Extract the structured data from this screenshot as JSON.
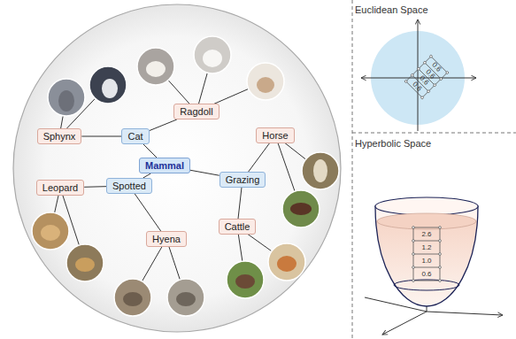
{
  "diagram": {
    "nodes": [
      {
        "text": [
          "Mammal"
        ]
      },
      {
        "text": [
          "Cat"
        ]
      },
      {
        "text": [
          "Spotted"
        ]
      },
      {
        "text": [
          "Grazing"
        ]
      },
      {
        "text": [
          "Sphynx"
        ]
      },
      {
        "text": [
          "Ragdoll"
        ]
      },
      {
        "text": [
          "Leopard"
        ]
      },
      {
        "text": [
          "Hyena"
        ]
      },
      {
        "text": [
          "Horse"
        ]
      },
      {
        "text": [
          "Cattle"
        ]
      }
    ],
    "edges": [
      {
        "from": 0,
        "to": 1,
        "arrow": "none"
      },
      {
        "from": 0,
        "to": 2,
        "arrow": "none"
      },
      {
        "from": 0,
        "to": 3,
        "arrow": "none"
      },
      {
        "from": 1,
        "to": 4,
        "arrow": "none"
      },
      {
        "from": 1,
        "to": 5,
        "arrow": "none"
      },
      {
        "from": 2,
        "to": 6,
        "arrow": "none"
      },
      {
        "from": 2,
        "to": 7,
        "arrow": "none"
      },
      {
        "from": 3,
        "to": 8,
        "arrow": "none"
      },
      {
        "from": 3,
        "to": 9,
        "arrow": "none"
      }
    ],
    "labels": [
      "Euclidean Space",
      "Hyperbolic Space",
      "0.6",
      "0.6",
      "0.6",
      "0.6",
      "2.6",
      "1.2",
      "1.0",
      "0.6"
    ]
  }
}
